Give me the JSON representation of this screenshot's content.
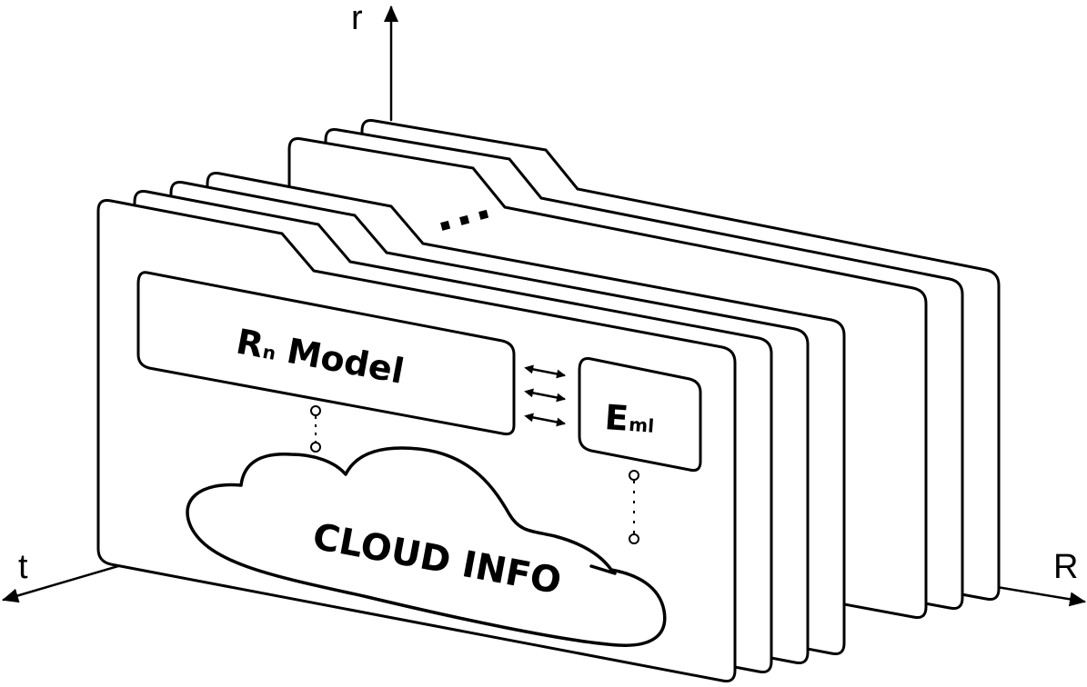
{
  "diagram": {
    "axes": {
      "vertical": "r",
      "depth": "t",
      "horizontal": "R"
    },
    "ellipsis": "...",
    "front_panel": {
      "model_box": {
        "main": "R",
        "subscript": "n",
        "rest": "Model"
      },
      "e_box": {
        "main": "E",
        "subscript": "ml"
      },
      "cloud": {
        "label": "CLOUD INFO"
      }
    },
    "colors": {
      "stroke": "#000000",
      "fill": "#ffffff"
    }
  }
}
